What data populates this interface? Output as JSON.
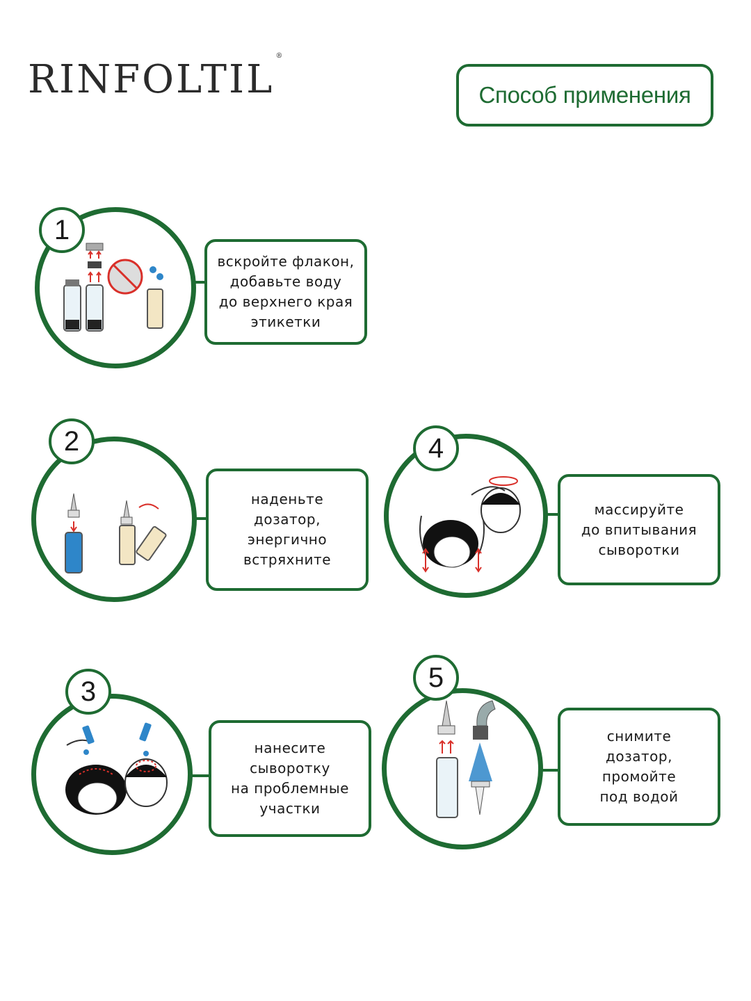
{
  "header": {
    "brand": "RINFOLTIL",
    "brand_mark": "®",
    "title": "Способ применения"
  },
  "colors": {
    "accent": "#1e6b32",
    "arrow": "#d9302a",
    "liquid": "#2e86c9"
  },
  "steps": [
    {
      "number": "1",
      "text": "вскройте флакон,\nдобавьте воду\nдо верхнего края\nэтикетки",
      "icon": "vial-open-icon"
    },
    {
      "number": "2",
      "text": "наденьте\nдозатор,\nэнергично\nвстряхните",
      "icon": "dispenser-shake-icon"
    },
    {
      "number": "3",
      "text": "нанесите\nсыворотку\nна проблемные\nучастки",
      "icon": "apply-serum-icon"
    },
    {
      "number": "4",
      "text": "массируйте\nдо впитывания\nсыворотки",
      "icon": "massage-head-icon"
    },
    {
      "number": "5",
      "text": "снимите\nдозатор,\nпромойте\nпод водой",
      "icon": "rinse-dispenser-icon"
    }
  ]
}
